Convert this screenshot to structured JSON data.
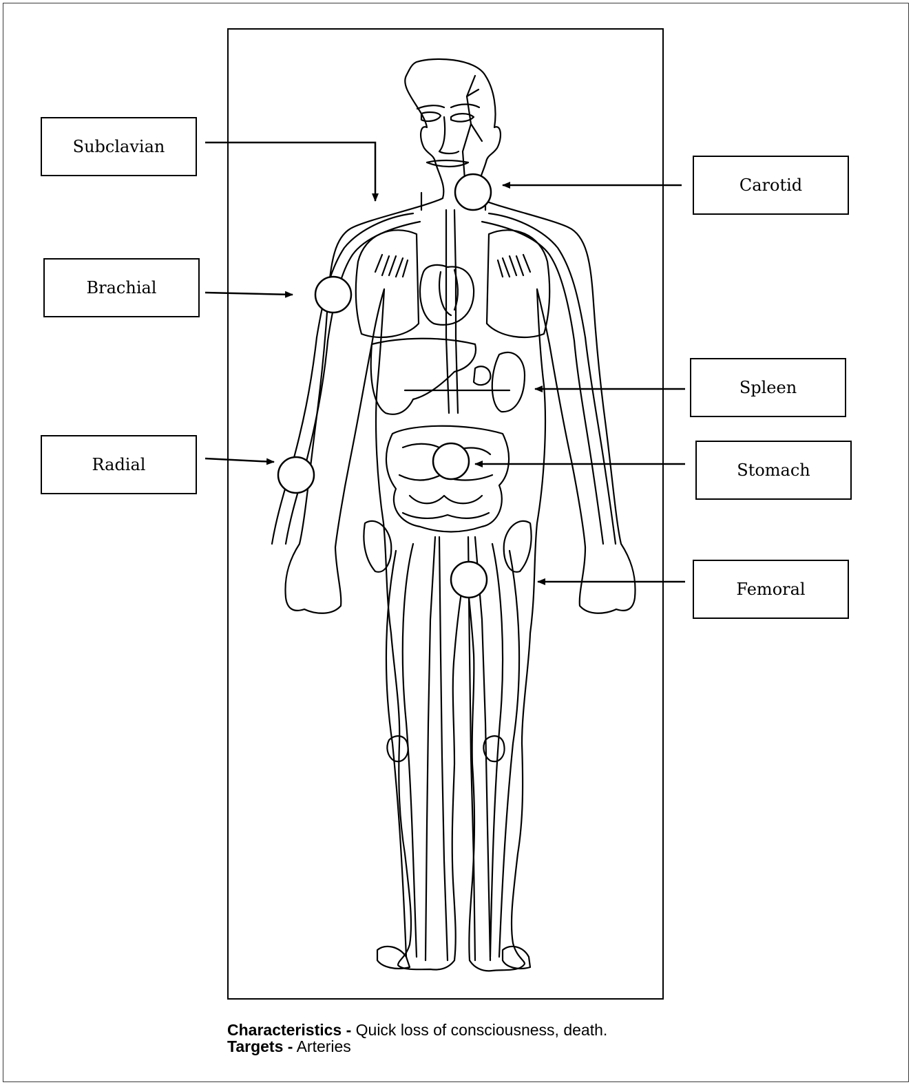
{
  "labels": {
    "subclavian": "Subclavian",
    "brachial": "Brachial",
    "radial": "Radial",
    "carotid": "Carotid",
    "spleen": "Spleen",
    "stomach": "Stomach",
    "femoral": "Femoral"
  },
  "caption": {
    "characteristics_label": "Characteristics -",
    "characteristics_text": "Quick loss of consciousness, death.",
    "targets_label": "Targets -",
    "targets_text": "Arteries"
  },
  "colors": {
    "ink": "#000000",
    "background": "#ffffff"
  }
}
